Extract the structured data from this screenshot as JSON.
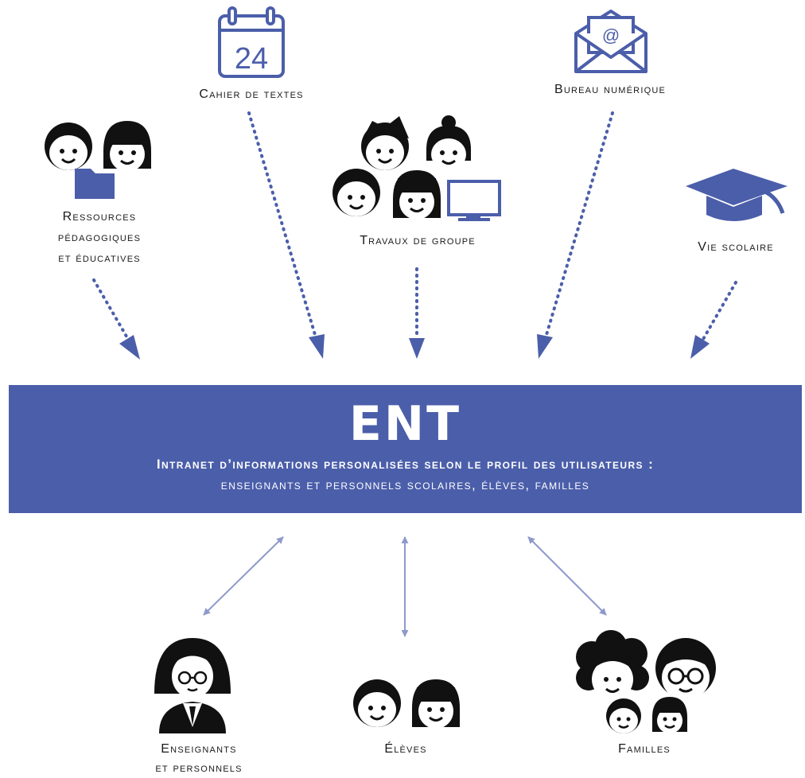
{
  "diagram": {
    "banner": {
      "title": "ENT",
      "subtitle": "Intranet d’informations personalisées selon le profil des utilisateurs :",
      "users": "enseignants et personnels scolaires, élèves, familles"
    },
    "sources": [
      {
        "id": "ressources",
        "lines": [
          "Ressources",
          "pédagogiques",
          "et éducatives"
        ],
        "icon": "students-folder-icon"
      },
      {
        "id": "cahier",
        "lines": [
          "Cahier de textes"
        ],
        "icon": "calendar-icon",
        "calendar_day": "24"
      },
      {
        "id": "travaux",
        "lines": [
          "Travaux de groupe"
        ],
        "icon": "group-computer-icon"
      },
      {
        "id": "bureau",
        "lines": [
          "Bureau numérique"
        ],
        "icon": "email-envelope-icon",
        "envelope_symbol": "@"
      },
      {
        "id": "vie",
        "lines": [
          "Vie scolaire"
        ],
        "icon": "graduation-cap-icon"
      }
    ],
    "users": [
      {
        "id": "enseignants",
        "lines": [
          "Enseignants",
          "et personnels"
        ],
        "icon": "teacher-icon"
      },
      {
        "id": "eleves",
        "lines": [
          "Élèves"
        ],
        "icon": "students-icon"
      },
      {
        "id": "familles",
        "lines": [
          "Familles"
        ],
        "icon": "family-icon"
      }
    ],
    "colors": {
      "accent": "#4b5eaa",
      "arrow_dotted": "#4b5eaa",
      "arrow_double": "#8e99cc",
      "icon_dark": "#111111",
      "text": "#1a1a1a"
    }
  }
}
